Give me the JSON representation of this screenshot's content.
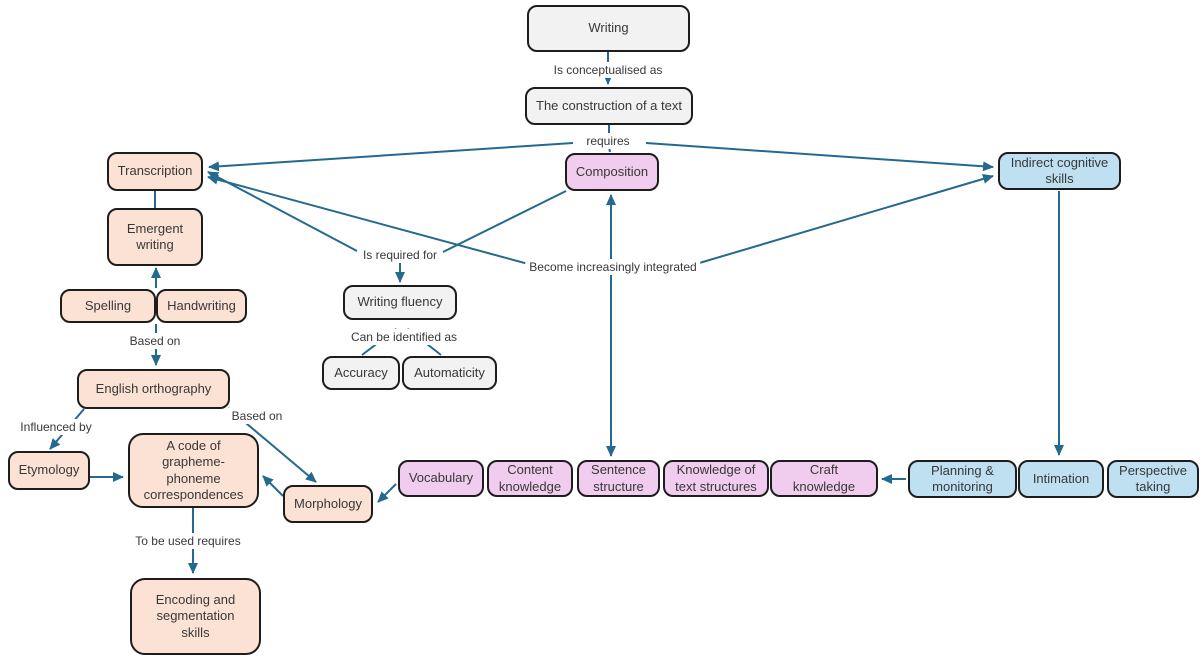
{
  "colors": {
    "background": "#ffffff",
    "line": "#24698f",
    "node_border": "#1d1d1d",
    "node_text": "#383838",
    "gray_fill": "#f2f2f2",
    "peach_fill": "#fbe2d5",
    "pink_fill": "#f0ccee",
    "blue_fill": "#bfe0f1"
  },
  "nodes": {
    "writing": "Writing",
    "construction": "The construction of a text",
    "transcription": "Transcription",
    "emergent_writing": "Emergent writing",
    "spelling": "Spelling",
    "handwriting": "Handwriting",
    "english_orthography": "English orthography",
    "etymology": "Etymology",
    "code_gpc": "A code of grapheme-phoneme correspondences",
    "morphology": "Morphology",
    "encoding": "Encoding and segmentation skills",
    "writing_fluency": "Writing fluency",
    "accuracy": "Accuracy",
    "automaticity": "Automaticity",
    "composition": "Composition",
    "vocabulary": "Vocabulary",
    "content_knowledge": "Content knowledge",
    "sentence_structure": "Sentence structure",
    "knowledge_of_text_structures": "Knowledge of text structures",
    "craft_knowledge": "Craft knowledge",
    "indirect_cognitive_skills": "Indirect cognitive skills",
    "planning_monitoring": "Planning & monitoring",
    "intimation": "Intimation",
    "perspective_taking": "Perspective taking"
  },
  "edge_labels": {
    "is_conceptualised_as": "Is conceptualised as",
    "requires": "requires",
    "based_on_spelling": "Based on",
    "influenced_by": "Influenced by",
    "based_on_orthography": "Based on",
    "to_be_used_requires": "To be used requires",
    "is_required_for": "Is required for",
    "can_be_identified_as": "Can be identified as",
    "become_increasingly_integrated": "Become increasingly integrated"
  },
  "edges": [
    {
      "from": "writing",
      "to": "construction",
      "label": "Is conceptualised as",
      "arrow": "to"
    },
    {
      "from": "construction",
      "to": "transcription",
      "label": "requires",
      "arrow": "to"
    },
    {
      "from": "construction",
      "to": "composition",
      "label": "requires",
      "arrow": "to"
    },
    {
      "from": "construction",
      "to": "indirect_cognitive_skills",
      "label": "requires",
      "arrow": "to"
    },
    {
      "from": "transcription",
      "to": "emergent_writing",
      "label": "",
      "arrow": "none"
    },
    {
      "from": "spelling_handwriting",
      "to": "emergent_writing",
      "label": "",
      "arrow": "to"
    },
    {
      "from": "spelling_handwriting",
      "to": "english_orthography",
      "label": "Based on",
      "arrow": "to"
    },
    {
      "from": "english_orthography",
      "to": "etymology",
      "label": "Influenced by",
      "arrow": "to"
    },
    {
      "from": "english_orthography",
      "to": "morphology",
      "label": "Based on",
      "arrow": "to"
    },
    {
      "from": "etymology",
      "to": "code_gpc",
      "label": "",
      "arrow": "to"
    },
    {
      "from": "morphology",
      "to": "code_gpc",
      "label": "",
      "arrow": "to"
    },
    {
      "from": "code_gpc",
      "to": "encoding",
      "label": "To be used requires",
      "arrow": "to"
    },
    {
      "from": "transcription",
      "to": "writing_fluency",
      "label": "Is required for",
      "arrow": "to"
    },
    {
      "from": "composition",
      "to": "writing_fluency",
      "label": "Is required for",
      "arrow": "to"
    },
    {
      "from": "writing_fluency",
      "to": "accuracy",
      "label": "Can be identified as",
      "arrow": "from"
    },
    {
      "from": "writing_fluency",
      "to": "automaticity",
      "label": "Can be identified as",
      "arrow": "from"
    },
    {
      "from": "transcription",
      "to": "indirect_cognitive_skills",
      "label": "Become increasingly integrated",
      "arrow": "both-ends-to-boxes"
    },
    {
      "from": "composition",
      "to": "sentence_structure",
      "label": "",
      "arrow": "both"
    },
    {
      "from": "indirect_cognitive_skills",
      "to": "intimation",
      "label": "",
      "arrow": "to"
    },
    {
      "from": "planning_monitoring",
      "to": "craft_knowledge",
      "label": "",
      "arrow": "to"
    },
    {
      "from": "vocabulary",
      "to": "morphology",
      "label": "",
      "arrow": "to"
    }
  ]
}
